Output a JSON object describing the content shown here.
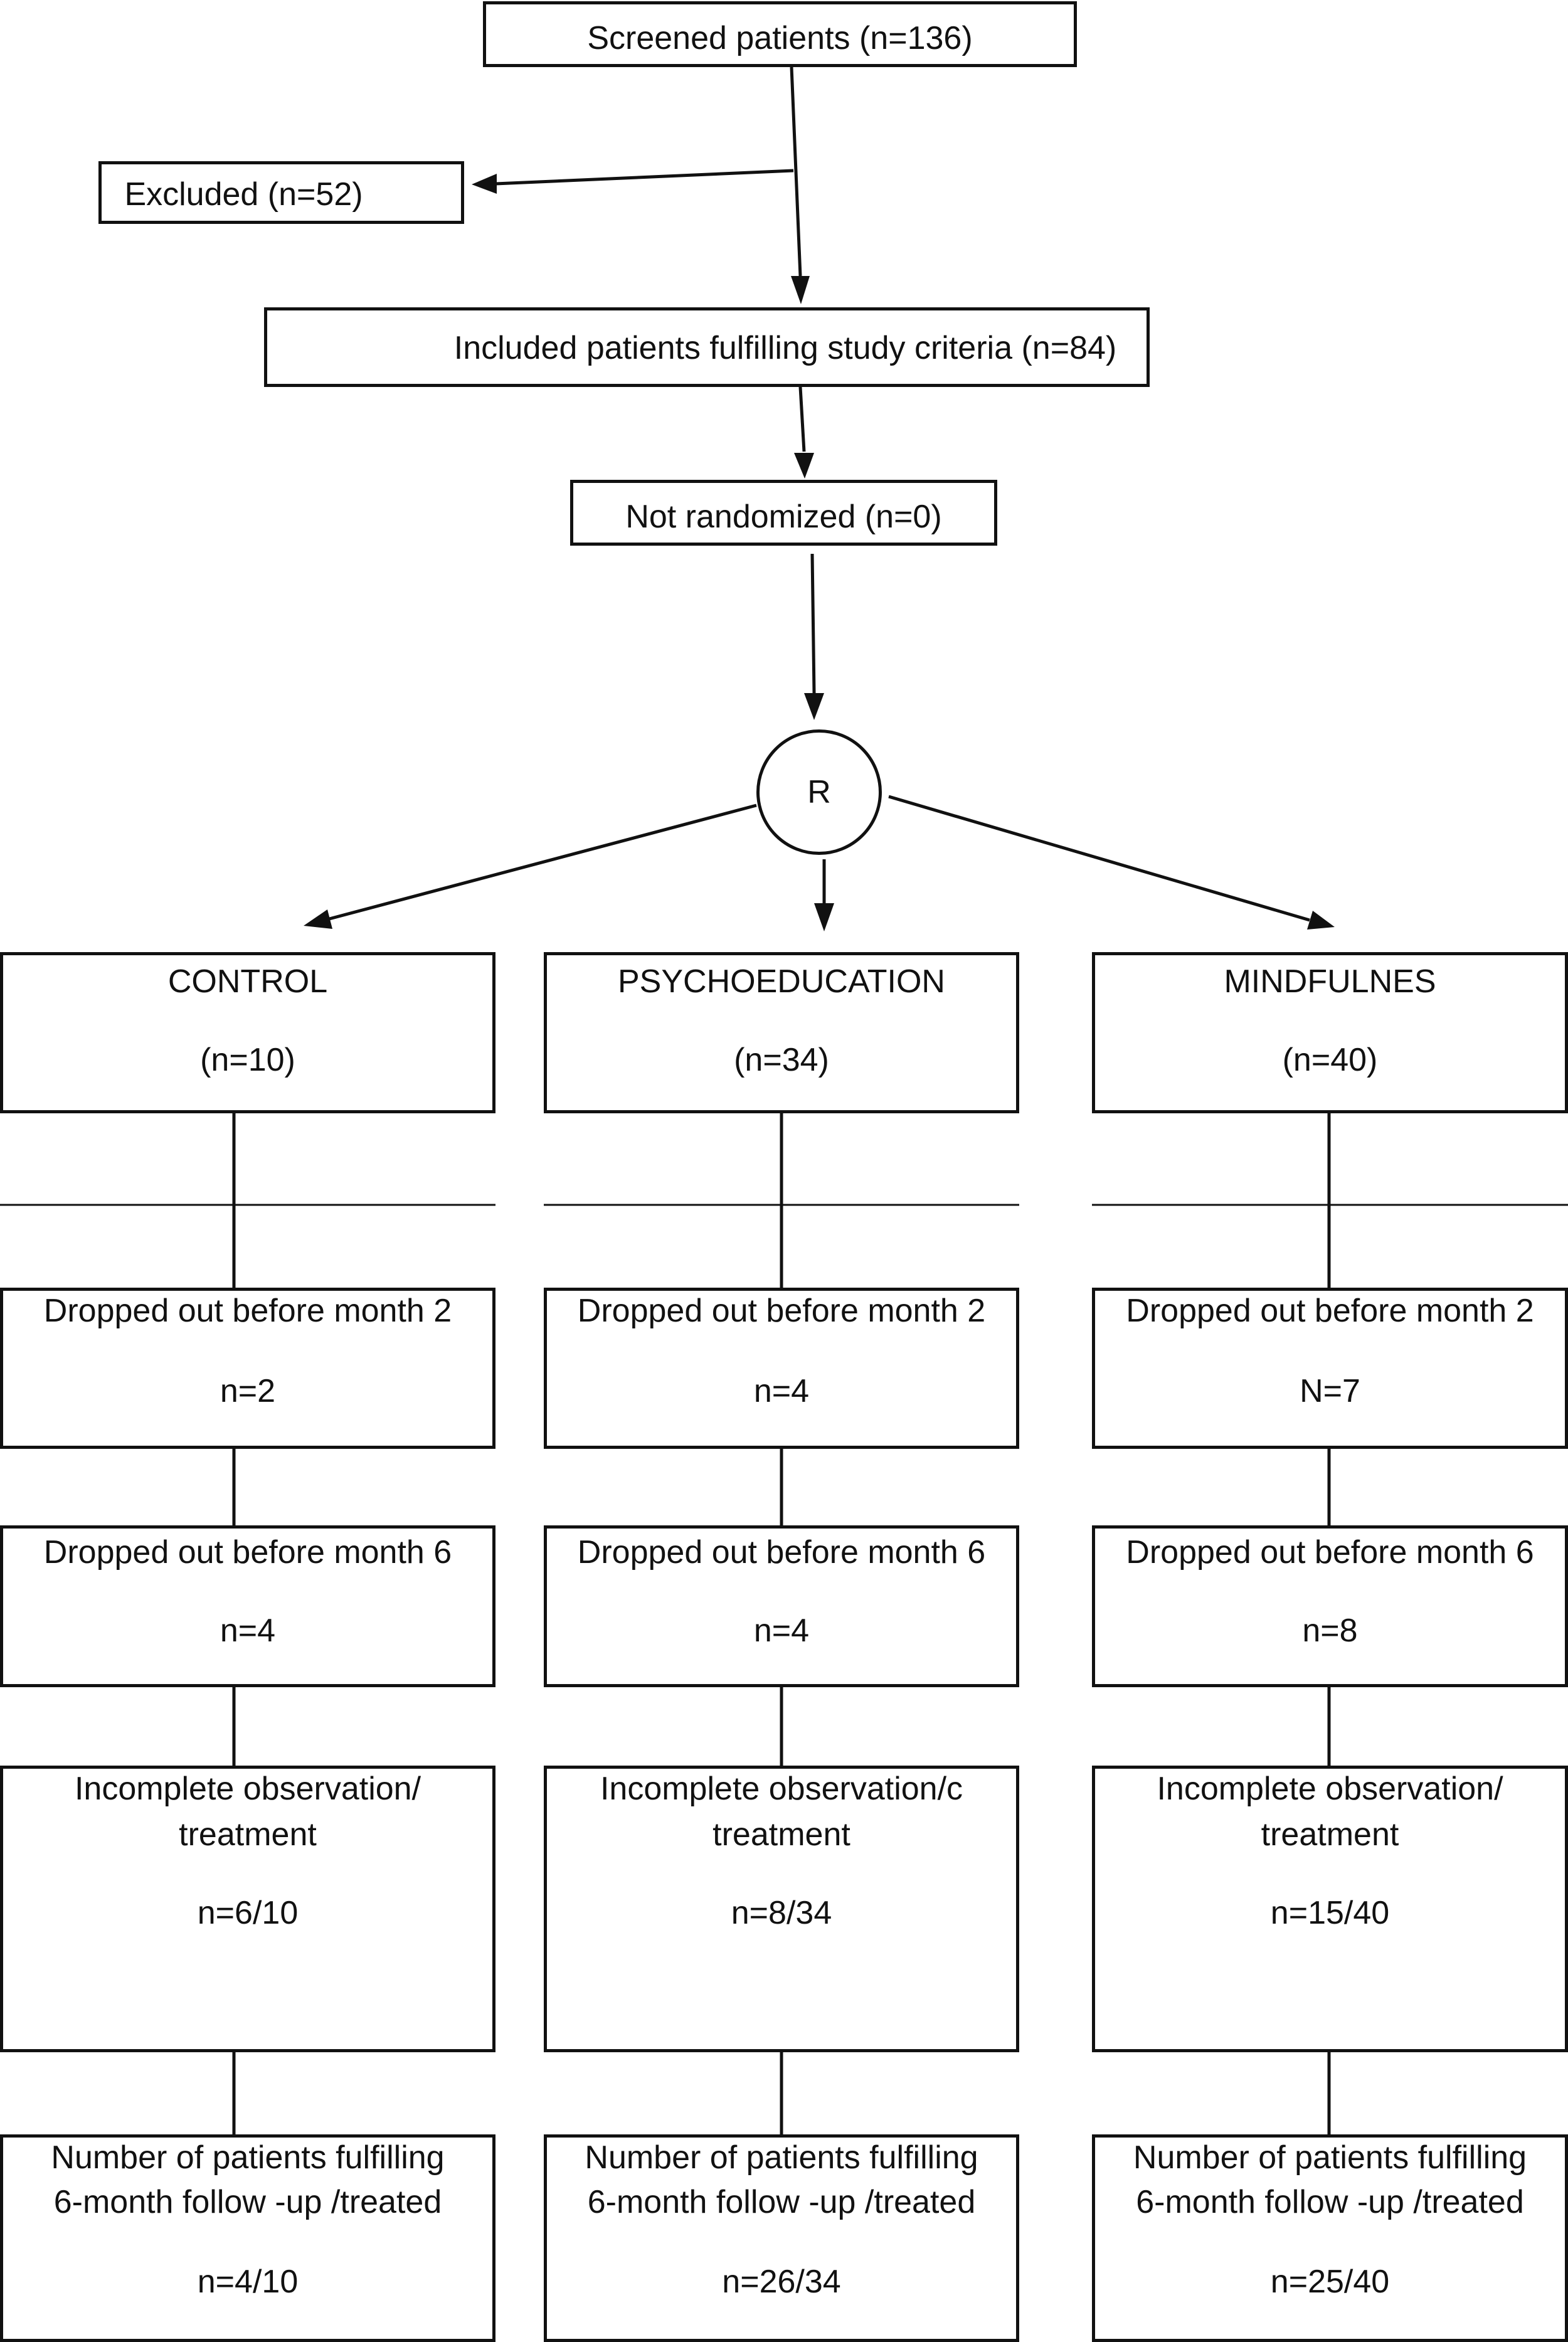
{
  "screened": "Screened patients (n=136)",
  "excluded": "Excluded (n=52)",
  "included": "Included patients fulfilling study criteria (n=84)",
  "not_randomized": "Not randomized (n=0)",
  "randomization": "R",
  "arms": [
    {
      "name": "CONTROL",
      "n": "(n=10)",
      "dropped_m2_label": "Dropped out before month 2",
      "dropped_m2_value": "n=2",
      "dropped_m6_label": "Dropped out before month 6",
      "dropped_m6_value": "n=4",
      "incomplete_line1": "Incomplete observation/",
      "incomplete_line2": "treatment",
      "incomplete_value": "n=6/10",
      "fulfilling_line1": "Number of patients fulfilling",
      "fulfilling_line2": "6-month follow -up /treated",
      "fulfilling_value": "n=4/10"
    },
    {
      "name": "PSYCHOEDUCATION",
      "n": "(n=34)",
      "dropped_m2_label": "Dropped out before month 2",
      "dropped_m2_value": "n=4",
      "dropped_m6_label": "Dropped out before month 6",
      "dropped_m6_value": "n=4",
      "incomplete_line1": "Incomplete observation/c",
      "incomplete_line2": "treatment",
      "incomplete_value": "n=8/34",
      "fulfilling_line1": "Number of patients fulfilling",
      "fulfilling_line2": "6-month follow -up /treated",
      "fulfilling_value": "n=26/34"
    },
    {
      "name": "MINDFULNES",
      "n": "(n=40)",
      "dropped_m2_label": "Dropped out before month 2",
      "dropped_m2_value": "N=7",
      "dropped_m6_label": "Dropped out before month 6",
      "dropped_m6_value": "n=8",
      "incomplete_line1": "Incomplete observation/",
      "incomplete_line2": "treatment",
      "incomplete_value": "n=15/40",
      "fulfilling_line1": "Number of patients fulfilling",
      "fulfilling_line2": "6-month follow -up /treated",
      "fulfilling_value": "n=25/40"
    }
  ]
}
